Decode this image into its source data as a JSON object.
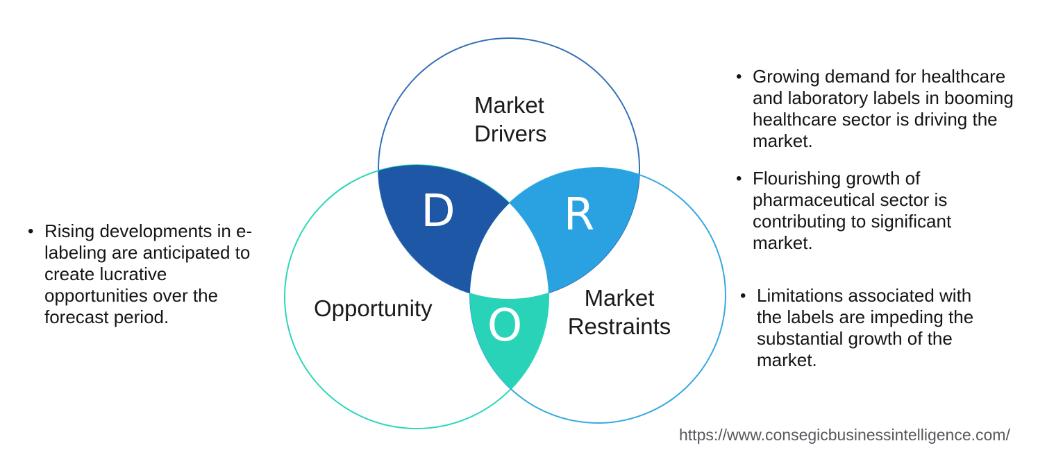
{
  "page": {
    "background": "#ffffff"
  },
  "diagram": {
    "letters": {
      "d": "D",
      "r": "R",
      "o": "O"
    },
    "labels": {
      "drivers": "Market\nDrivers",
      "opportunity": "Opportunity",
      "restraints": "Market\nRestraints"
    },
    "colors": {
      "drivers_outline": "#3470b7",
      "opportunity_outline": "#2bd6ba",
      "restraints_outline": "#36a9e1",
      "d_region_fill": "#1d57a5",
      "r_region_fill": "#2aa2e2",
      "o_region_fill": "#29d3b7",
      "letter_color": "#ffffff",
      "text_color": "#1a1a1a",
      "url_color": "#55585c"
    }
  },
  "bullets": {
    "marker": "•",
    "left": [
      "Rising developments in e-\nlabeling are anticipated to\ncreate lucrative\nopportunities over the\nforecast period."
    ],
    "right": [
      "Growing demand for healthcare\nand laboratory labels in booming\nhealthcare sector is driving the\nmarket.",
      "Flourishing growth of\npharmaceutical sector is\ncontributing to significant\nmarket.",
      "Limitations associated with\nthe labels are impeding the\nsubstantial growth of the\nmarket."
    ]
  },
  "footer": {
    "url": "https://www.consegicbusinessintelligence.com/"
  }
}
